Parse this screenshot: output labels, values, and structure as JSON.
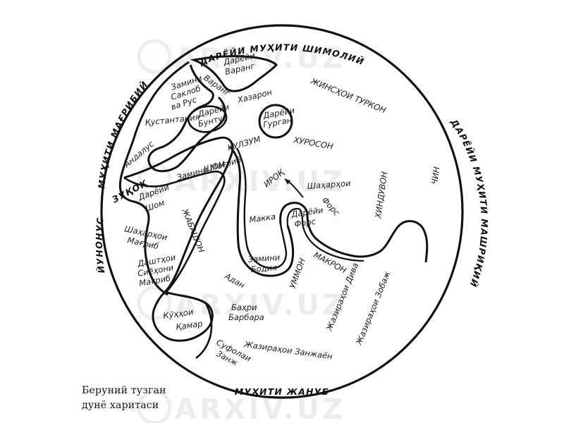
{
  "caption": {
    "line1": "Беруний тузган",
    "line2": "дунё харитаси"
  },
  "watermark": {
    "text": "ARXIV.UZ"
  },
  "oceans": {
    "north": "ДАРЁЙИ МУҲИТИ ШИМОЛИЙ",
    "east": "ДАРЁЙИ МУҲИТИ МАШРИҚИЙ",
    "south": "МУҲИТИ ЖАНУБ",
    "west_upper": "МУҲИТИ МАҒРИБИЙ",
    "west_zuqoq": "ЗУҚОҚ",
    "west_lower": "ЙУНОНУС"
  },
  "labels": {
    "varang_sea_1": "Дарёйи",
    "varang_sea_2": "Варанг",
    "varang": "Варанг",
    "slav_1": "Замини",
    "slav_2": "Саклоб",
    "slav_3": "ва Рус",
    "khazar": "Хазарон",
    "gurgan_1": "Дарёйи",
    "gurgan_2": "Гурган",
    "turk_lands": "ЖИНСҲОИ ТУРКОН",
    "qustantiniya": "Қустантания",
    "buntus_1": "Дарёйи",
    "buntus_2": "Бунтус",
    "khurasan": "ХУРОСОН",
    "andalus": "Андалус",
    "qulzum": "ҚУЛЗУМ",
    "sham": "ШОМ",
    "iraq": "ИРОҚ",
    "shaharha": "Шаҳарҳои",
    "farsi_coast": "Форс",
    "hinduvan": "ХИНДУВОН",
    "chin": "ЧИН",
    "rum_sea": "Замини Мағриб",
    "sham_sea_1": "Дарёйи",
    "sham_sea_2": "Шом",
    "misr": "ЖАБАШОН",
    "makka": "Макка",
    "fars_sea_1": "Дарёйи",
    "fars_sea_2": "Форс",
    "maghrib_cities_1": "Шаҳарҳои",
    "maghrib_cities_2": "Мағриб",
    "badiya_1": "Замини",
    "badiya_2": "Бодия",
    "oman": "УММОН",
    "makran": "МАКРОН",
    "desert_1": "Даштҳои",
    "desert_2": "Сиёҳони",
    "desert_3": "Мағриб",
    "aden": "Адан",
    "diva": "Жазираҳои Дива",
    "zabaj": "Жазираҳои Зобаж",
    "berbera_1": "Баҳри",
    "berbera_2": "Барбара",
    "qumr_1": "Кўҳҳои",
    "qumr_2": "Қамар",
    "zanj_isles": "Жазираҳои Занжаён",
    "sufala_1": "Суфолаи",
    "sufala_2": "Занж"
  }
}
